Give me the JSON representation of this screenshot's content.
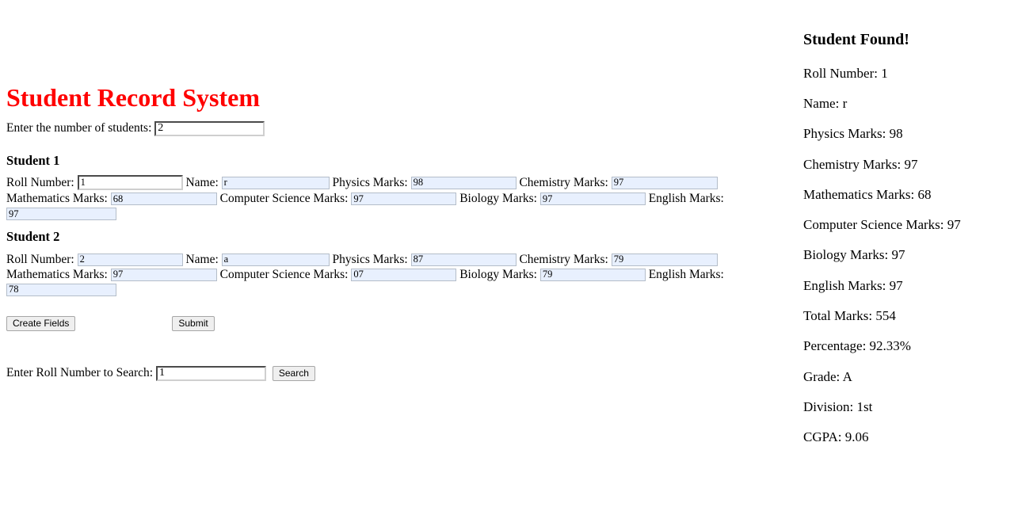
{
  "page": {
    "title": "Student Record System",
    "title_color": "#ff0000",
    "autofill_color": "#e8f0fe"
  },
  "count_row": {
    "label": "Enter the number of students:",
    "value": "2",
    "placeholder": ""
  },
  "students": [
    {
      "heading": "Student 1",
      "fields": [
        {
          "label": "Roll Number:",
          "value": "1",
          "style": "plain"
        },
        {
          "label": "Name:",
          "value": "r",
          "style": "autofill"
        },
        {
          "label": "Physics Marks:",
          "value": "98",
          "style": "autofill"
        },
        {
          "label": "Chemistry Marks:",
          "value": "97",
          "style": "autofill"
        },
        {
          "label": "Mathematics Marks:",
          "value": "68",
          "style": "autofill"
        },
        {
          "label": "Computer Science Marks:",
          "value": "97",
          "style": "autofill"
        },
        {
          "label": "Biology Marks:",
          "value": "97",
          "style": "autofill"
        },
        {
          "label": "English Marks:",
          "value": "97",
          "style": "autofill"
        }
      ]
    },
    {
      "heading": "Student 2",
      "fields": [
        {
          "label": "Roll Number:",
          "value": "2",
          "style": "autofill"
        },
        {
          "label": "Name:",
          "value": "a",
          "style": "autofill"
        },
        {
          "label": "Physics Marks:",
          "value": "87",
          "style": "autofill"
        },
        {
          "label": "Chemistry Marks:",
          "value": "79",
          "style": "autofill"
        },
        {
          "label": "Mathematics Marks:",
          "value": "97",
          "style": "autofill"
        },
        {
          "label": "Computer Science Marks:",
          "value": "07",
          "style": "autofill"
        },
        {
          "label": "Biology Marks:",
          "value": "79",
          "style": "autofill"
        },
        {
          "label": "English Marks:",
          "value": "78",
          "style": "autofill"
        }
      ]
    }
  ],
  "buttons": {
    "create_fields": "Create Fields",
    "submit": "Submit"
  },
  "search": {
    "label": "Enter Roll Number to Search:",
    "value": "1",
    "button": "Search"
  },
  "result": {
    "title": "Student Found!",
    "lines": [
      "Roll Number: 1",
      "Name: r",
      "Physics Marks: 98",
      "Chemistry Marks: 97",
      "Mathematics Marks: 68",
      "Computer Science Marks: 97",
      "Biology Marks: 97",
      "English Marks: 97",
      "Total Marks: 554",
      "Percentage: 92.33%",
      "Grade: A",
      "Division: 1st",
      "CGPA: 9.06"
    ]
  }
}
